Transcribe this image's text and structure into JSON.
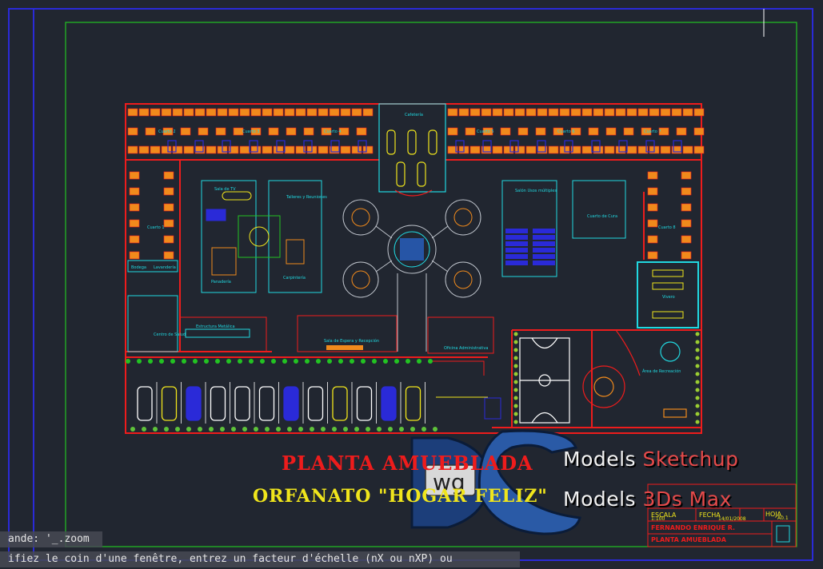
{
  "drawing": {
    "room_labels": {
      "cafeteria": "Cafetería",
      "cuarto_1": "Cuarto 1",
      "cuarto_2": "Cuarto 2",
      "cuarto_3": "Cuarto 3",
      "cuarto_4": "Cuarto 4",
      "cuarto_5": "Cuarto 5",
      "cuarto_6": "Cuarto 6",
      "cuarto_7": "Cuarto 7",
      "cuarto_8": "Cuarto 8",
      "sala_tv": "Sala de TV",
      "talleres": "Talleres y Reuniones",
      "panaderia": "Panadería",
      "carpinteria": "Carpintería",
      "salon_usos": "Salón Usos múltiples",
      "cuarto_cura": "Cuarto de Cura",
      "bodega": "Bodega",
      "lavanderia": "Lavandería",
      "centro_salud": "Centro de Salud",
      "estructura_metalica": "Estructura Metálica",
      "sala_espera": "Sala de Espera y Recepción",
      "oficina_admin": "Oficina Administrativa",
      "vivero": "Vivero",
      "recreacion": "Área de Recreación"
    },
    "title_main": "PLANTA AMUEBLADA",
    "title_sub": "ORFANATO \"HOGAR FELIZ\"",
    "title_block": {
      "escala_label": "ESCALA",
      "escala_value": "1:100",
      "fecha_label": "FECHA",
      "fecha_value": "14/01/2008",
      "hoja_label": "HOJA",
      "hoja_value": "A0.1",
      "author": "FERNANDO ENRIQUE R.",
      "sheet_name": "PLANTA AMUEBLADA"
    }
  },
  "watermark": {
    "logo_text": "wg",
    "line1_a": "Models",
    "line1_b": "Sketchup",
    "line2_a": "Models",
    "line2_b": "3Ds Max"
  },
  "command_line": {
    "line1": "ande: '_.zoom",
    "line2": "ifiez le coin d'une fenêtre, entrez un facteur d'échelle (nX ou nXP) ou"
  },
  "colors": {
    "background": "#212630",
    "walls": "#ee1c1c",
    "accent_cyan": "#21d8e0",
    "furniture_orange": "#f08a1c",
    "text_yellow": "#f0e51c",
    "border_green": "#22c322",
    "frame_blue": "#2a2ad8"
  }
}
